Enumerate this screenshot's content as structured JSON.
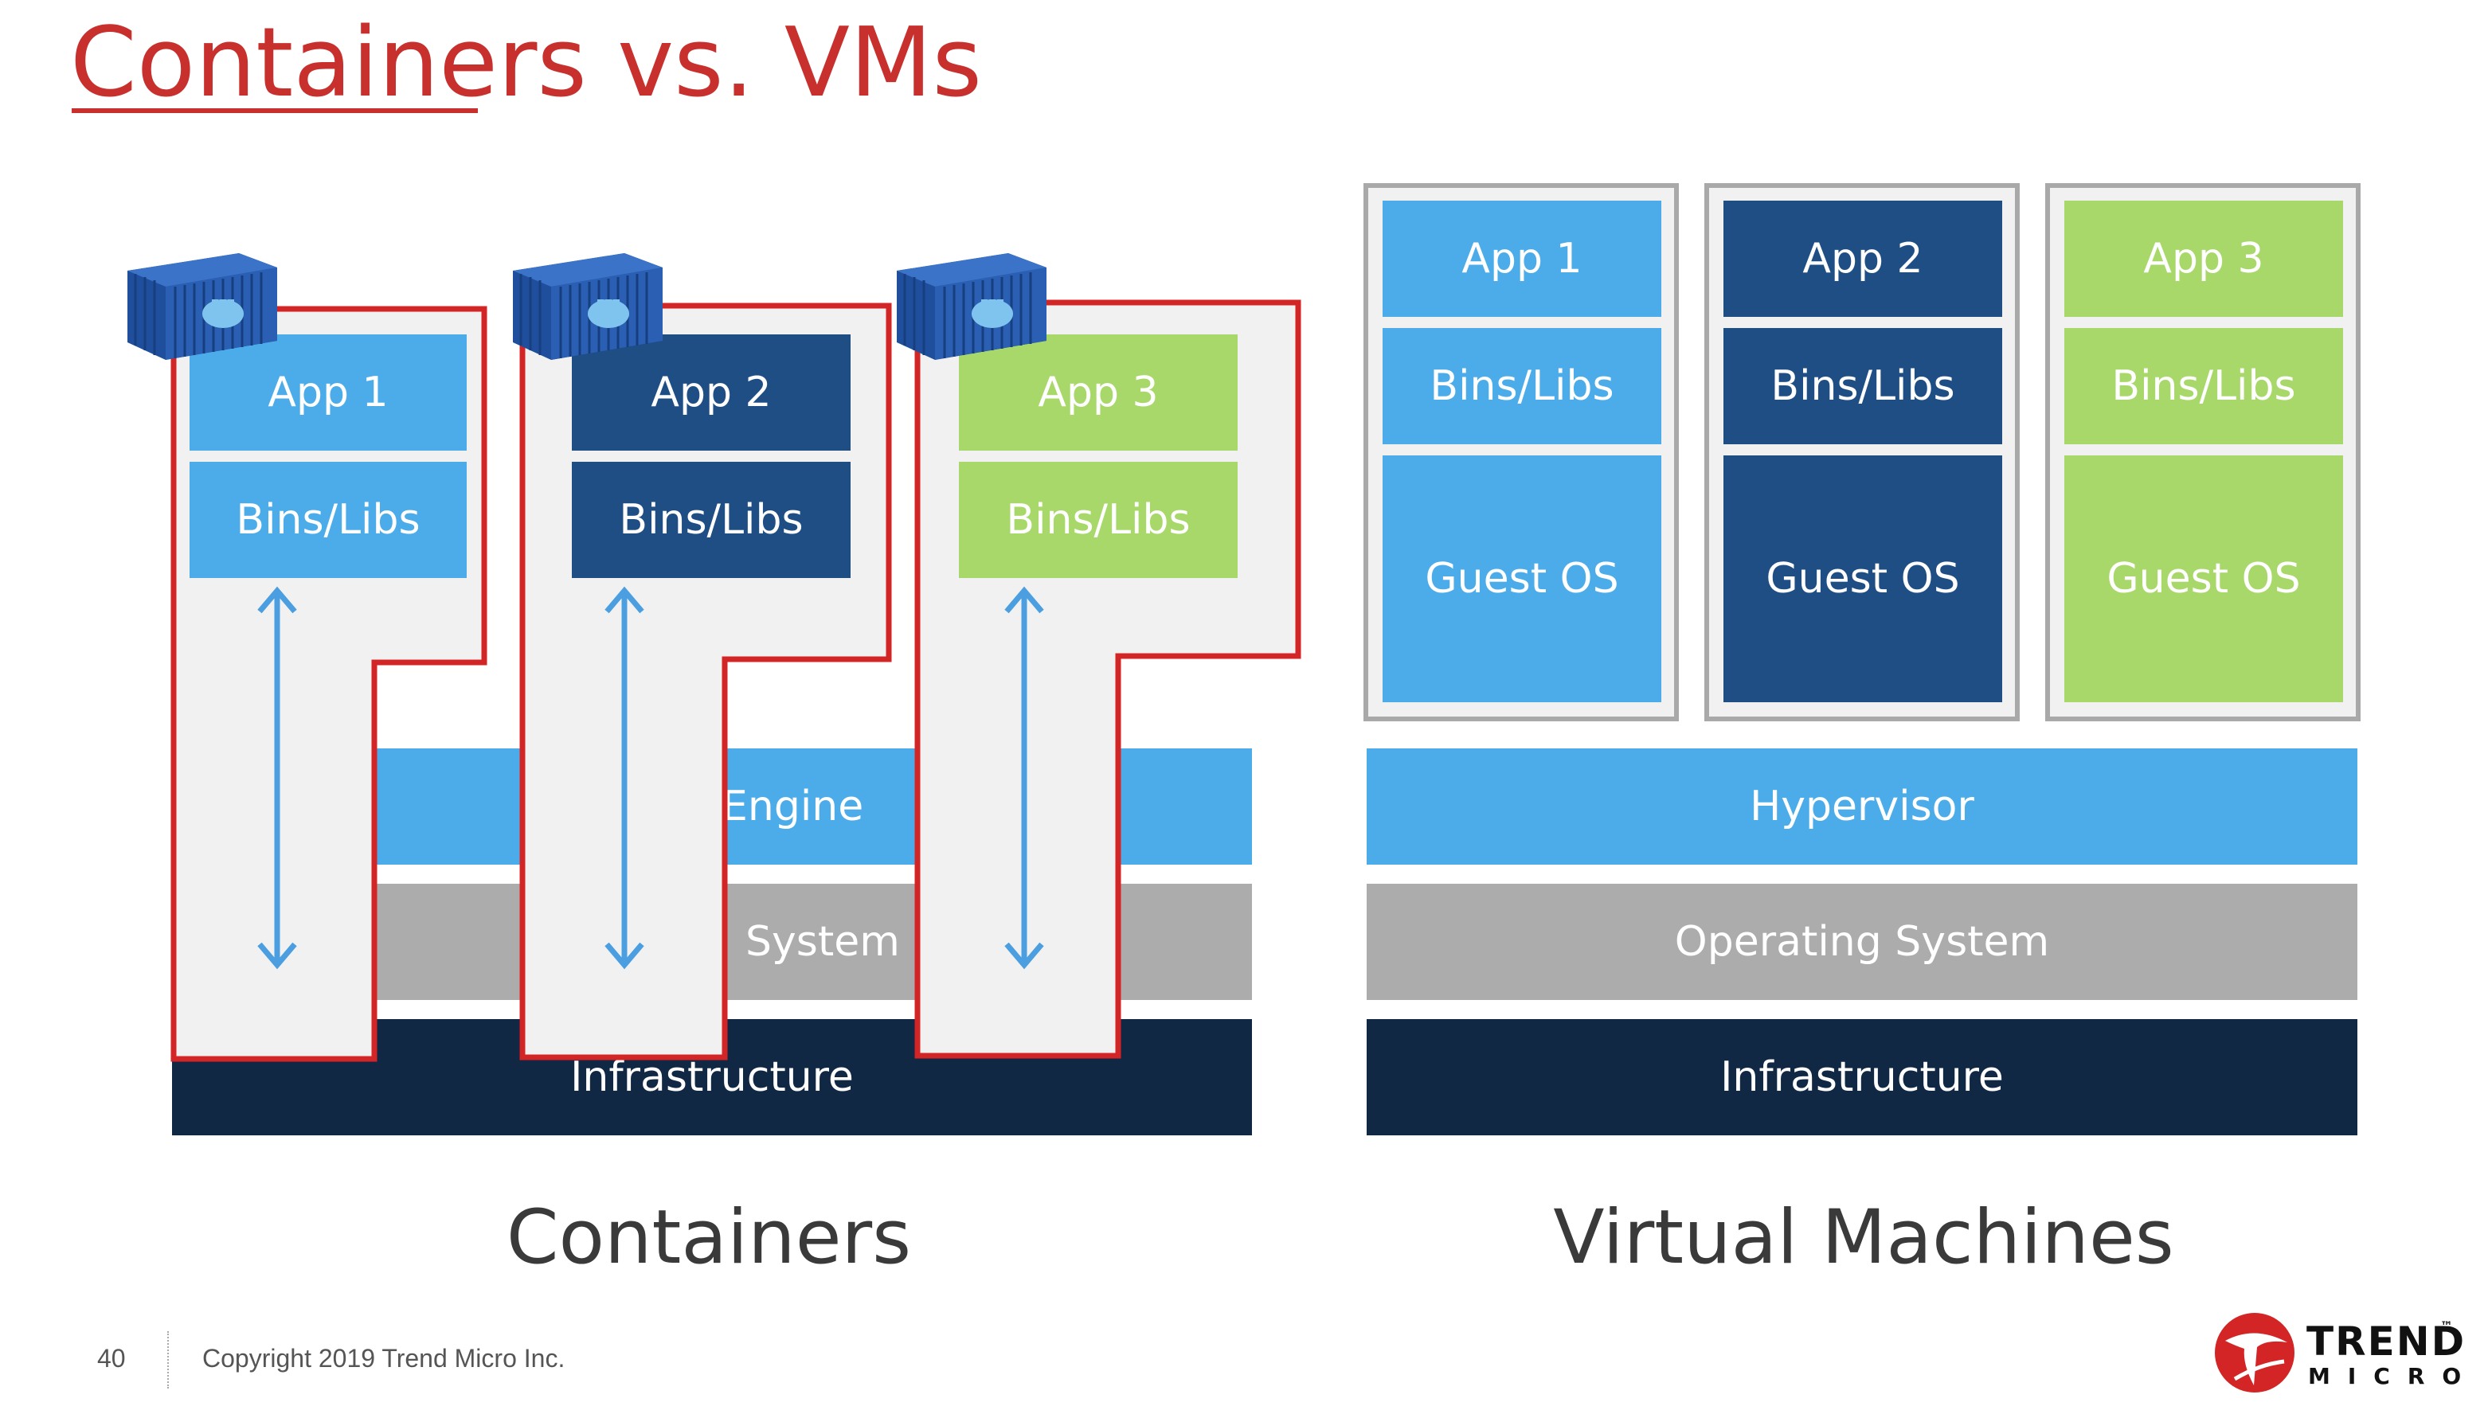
{
  "title": "Containers vs. VMs",
  "containers": {
    "apps": [
      {
        "app": "App 1",
        "libs": "Bins/Libs"
      },
      {
        "app": "App 2",
        "libs": "Bins/Libs"
      },
      {
        "app": "App 3",
        "libs": "Bins/Libs"
      }
    ],
    "engine_visible": "Engine",
    "os_visible": "System",
    "infra_visible": "Infrastructure",
    "caption": "Containers"
  },
  "vms": {
    "columns": [
      {
        "app": "App 1",
        "libs": "Bins/Libs",
        "os": "Guest OS"
      },
      {
        "app": "App 2",
        "libs": "Bins/Libs",
        "os": "Guest OS"
      },
      {
        "app": "App 3",
        "libs": "Bins/Libs",
        "os": "Guest OS"
      }
    ],
    "hypervisor": "Hypervisor",
    "os": "Operating System",
    "infra": "Infrastructure",
    "caption": "Virtual Machines"
  },
  "footer": {
    "page_number": "40",
    "copyright": "Copyright 2019 Trend Micro Inc."
  },
  "logo": {
    "line1": "TREND",
    "line2": "MICRO",
    "trademark": "™"
  },
  "colors": {
    "title_red": "#c8302e",
    "light_blue": "#4cacea",
    "dark_blue": "#1f4e85",
    "green": "#a8d86a",
    "gray": "#acacac",
    "navy": "#112845"
  }
}
